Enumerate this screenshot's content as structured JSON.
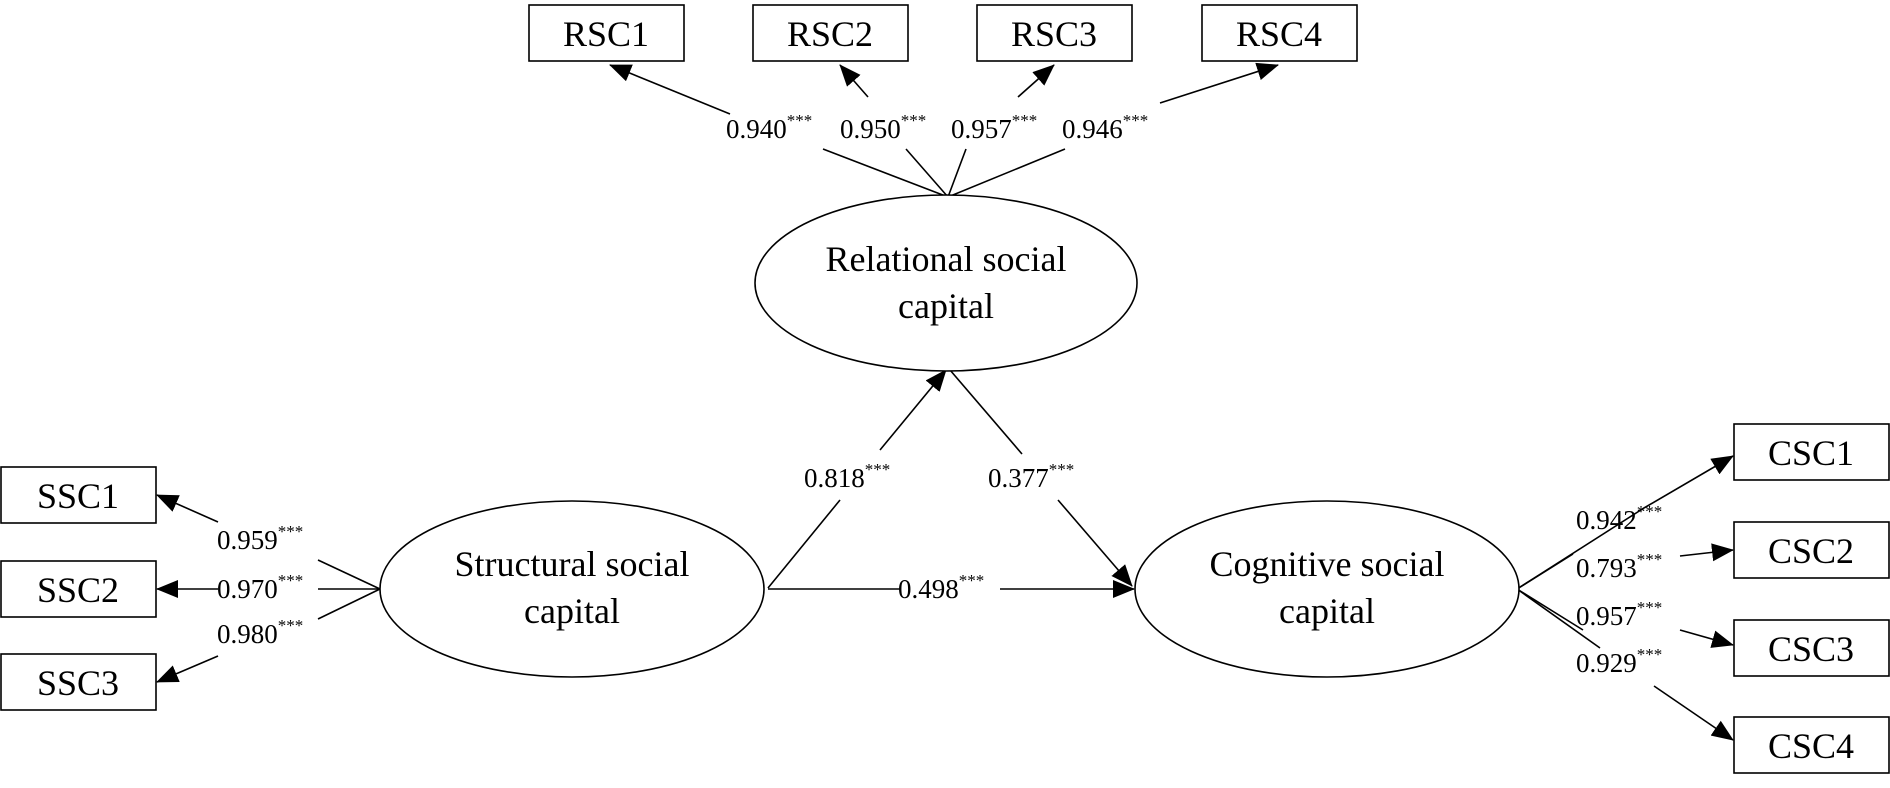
{
  "diagram": {
    "constructs": {
      "rsc": {
        "label_line1": "Relational social",
        "label_line2": "capital"
      },
      "ssc": {
        "label_line1": "Structural social",
        "label_line2": "capital"
      },
      "csc": {
        "label_line1": "Cognitive social",
        "label_line2": "capital"
      }
    },
    "indicators": {
      "rsc1": "RSC1",
      "rsc2": "RSC2",
      "rsc3": "RSC3",
      "rsc4": "RSC4",
      "ssc1": "SSC1",
      "ssc2": "SSC2",
      "ssc3": "SSC3",
      "csc1": "CSC1",
      "csc2": "CSC2",
      "csc3": "CSC3",
      "csc4": "CSC4"
    },
    "loadings": {
      "rsc1": {
        "value": "0.940",
        "sig": "***"
      },
      "rsc2": {
        "value": "0.950",
        "sig": "***"
      },
      "rsc3": {
        "value": "0.957",
        "sig": "***"
      },
      "rsc4": {
        "value": "0.946",
        "sig": "***"
      },
      "ssc1": {
        "value": "0.959",
        "sig": "***"
      },
      "ssc2": {
        "value": "0.970",
        "sig": "***"
      },
      "ssc3": {
        "value": "0.980",
        "sig": "***"
      },
      "csc1": {
        "value": "0.942",
        "sig": "***"
      },
      "csc2": {
        "value": "0.793",
        "sig": "***"
      },
      "csc3": {
        "value": "0.957",
        "sig": "***"
      },
      "csc4": {
        "value": "0.929",
        "sig": "***"
      }
    },
    "paths": {
      "ssc_rsc": {
        "value": "0.818",
        "sig": "***"
      },
      "rsc_csc": {
        "value": "0.377",
        "sig": "***"
      },
      "ssc_csc": {
        "value": "0.498",
        "sig": "***"
      }
    }
  }
}
